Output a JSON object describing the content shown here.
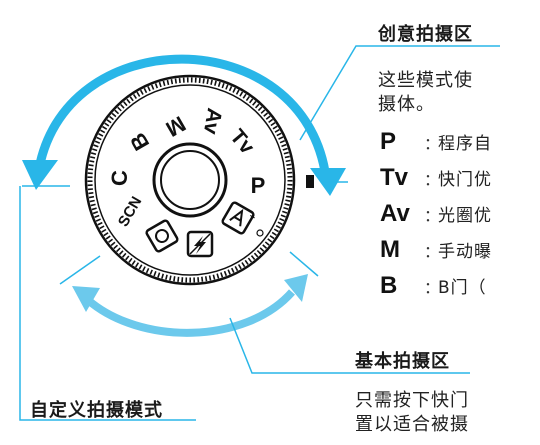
{
  "diagram": {
    "creative_zone": {
      "title": "创意拍摄区",
      "desc_line1": "这些模式使",
      "desc_line2": "摄体。",
      "modes": [
        {
          "key": "P",
          "desc": "程序自"
        },
        {
          "key": "Tv",
          "desc": "快门优"
        },
        {
          "key": "Av",
          "desc": "光圈优"
        },
        {
          "key": "M",
          "desc": "手动曝"
        },
        {
          "key": "B",
          "desc": "B门（"
        }
      ]
    },
    "basic_zone": {
      "title": "基本拍摄区",
      "desc_line1": "只需按下快门",
      "desc_line2": "置以适合被摄"
    },
    "custom_zone": {
      "title": "自定义拍摄模式"
    },
    "dial_labels": {
      "p": "P",
      "tv": "Tv",
      "av": "Av",
      "m": "M",
      "b": "B",
      "c": "C",
      "scn": "SCN"
    },
    "colors": {
      "arrow": "#29b6e8",
      "lead_line": "#29b6e8",
      "dial": "#111111"
    }
  }
}
